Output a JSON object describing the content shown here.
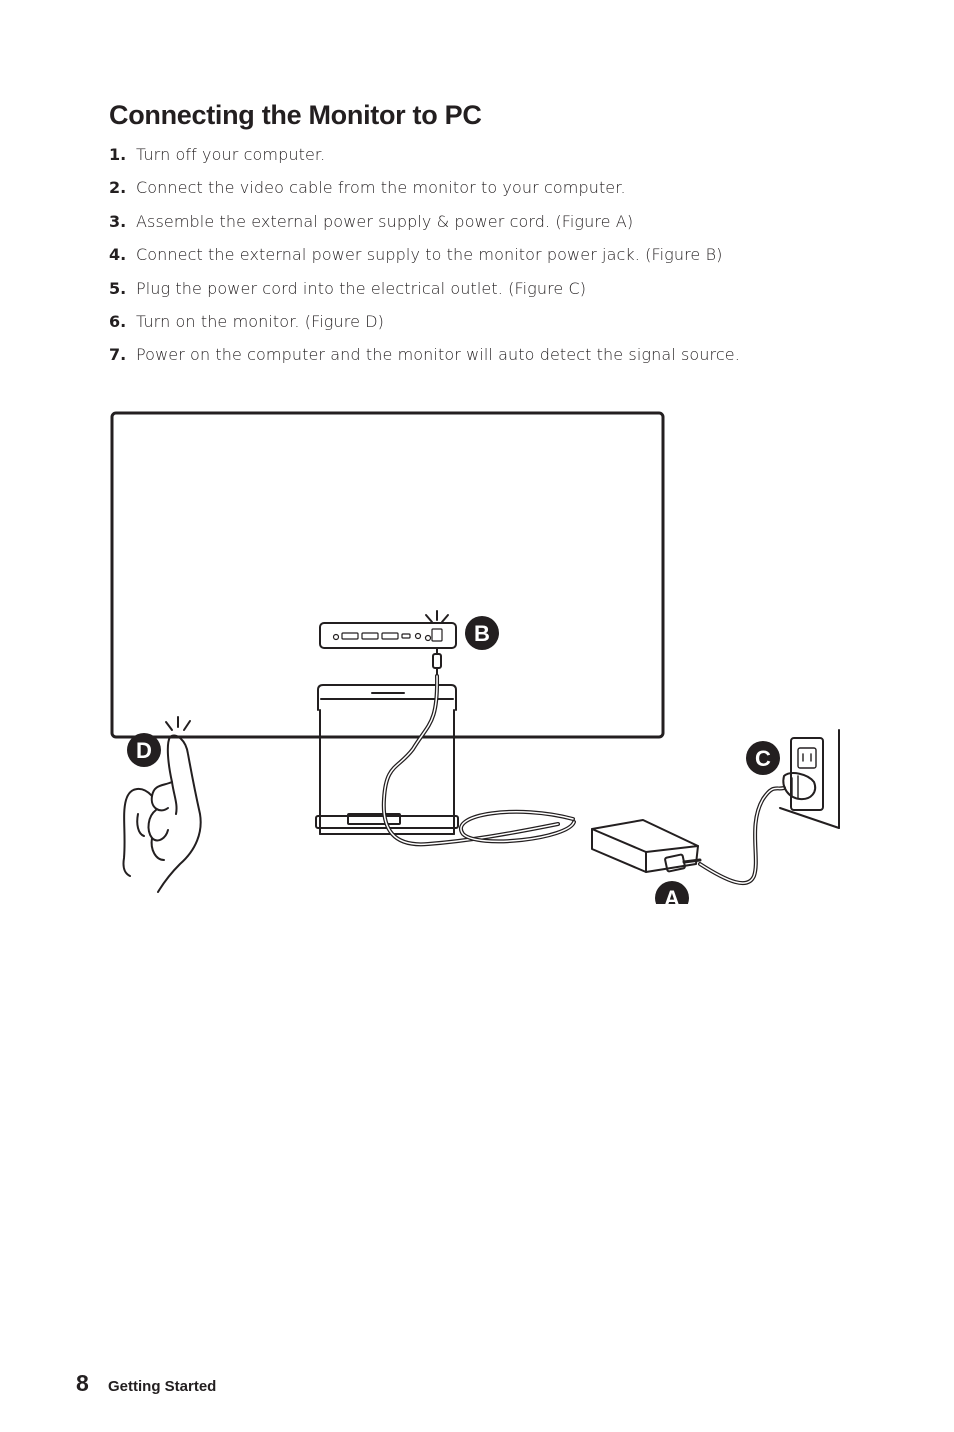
{
  "page": {
    "title": "Connecting the Monitor to PC",
    "steps": [
      {
        "num": "1.",
        "text": "Turn off your computer."
      },
      {
        "num": "2.",
        "text": "Connect the video cable from the monitor to your computer."
      },
      {
        "num": "3.",
        "text": "Assemble the external power supply & power cord. (Figure A)"
      },
      {
        "num": "4.",
        "text": "Connect the external power supply to the monitor power jack. (Figure B)"
      },
      {
        "num": "5.",
        "text": "Plug the power cord into the electrical outlet. (Figure C)"
      },
      {
        "num": "6.",
        "text": "Turn on the monitor. (Figure D)"
      },
      {
        "num": "7.",
        "text": "Power on the computer and the monitor will auto detect the signal source."
      }
    ]
  },
  "figure": {
    "labels": {
      "a": "A",
      "b": "B",
      "c": "C",
      "d": "D"
    },
    "stroke_color": "#231f20",
    "badge_color": "#231f20"
  },
  "footer": {
    "page_number": "8",
    "section": "Getting Started"
  }
}
